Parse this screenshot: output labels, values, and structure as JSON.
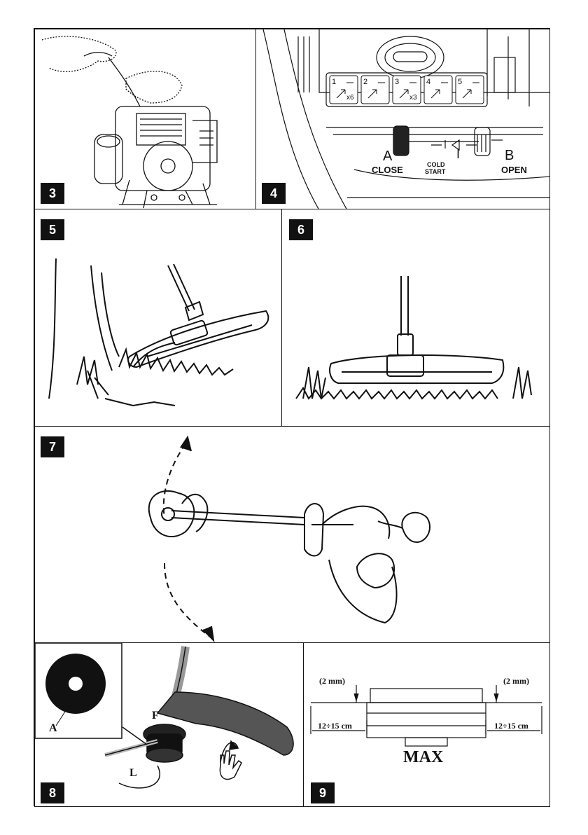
{
  "figures": {
    "fig3": {
      "number": "3"
    },
    "fig4": {
      "number": "4",
      "label_a": "A",
      "label_close": "CLOSE",
      "label_cold": "COLD",
      "label_start": "START",
      "label_i": "I",
      "label_b": "B",
      "label_open": "OPEN",
      "steps": [
        {
          "n": "1",
          "t": "x6"
        },
        {
          "n": "2",
          "t": ""
        },
        {
          "n": "3",
          "t": "x3"
        },
        {
          "n": "4",
          "t": ""
        },
        {
          "n": "5",
          "t": ""
        }
      ]
    },
    "fig5": {
      "number": "5"
    },
    "fig6": {
      "number": "6"
    },
    "fig7": {
      "number": "7"
    },
    "fig8": {
      "number": "8",
      "label_a": "A",
      "label_f": "F",
      "label_l": "L"
    },
    "fig9": {
      "number": "9",
      "gap_left": "(2 mm)",
      "gap_right": "(2 mm)",
      "len_left": "12÷15 cm",
      "len_right": "12÷15 cm",
      "max_label": "MAX"
    }
  }
}
